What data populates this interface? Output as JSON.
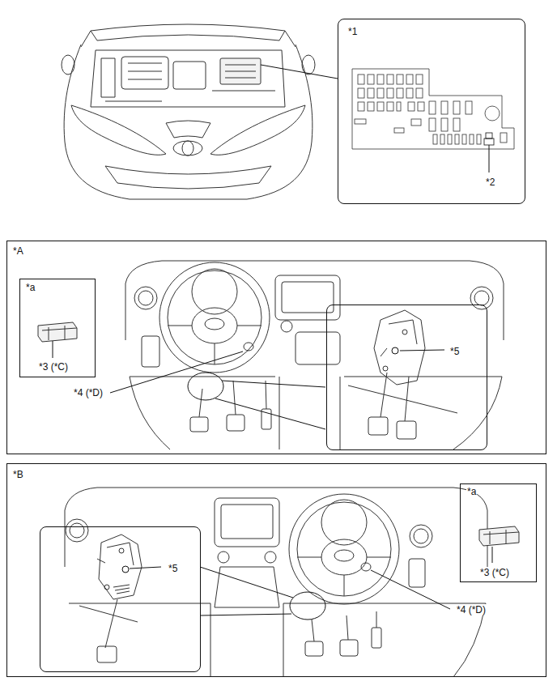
{
  "diagram": {
    "nodes": [
      {
        "text": [
          "*1",
          "*2"
        ]
      },
      {
        "text": [
          "*A",
          "*4 (*D)"
        ]
      },
      {
        "text": [
          "*a",
          "*3 (*C)"
        ],
        "in": 1
      },
      {
        "text": [
          "*5"
        ],
        "in": 1
      },
      {
        "text": [
          "*B",
          "*4 (*D)"
        ]
      },
      {
        "text": [
          "*5"
        ],
        "in": 4
      },
      {
        "text": [
          "*a",
          "*3 (*C)"
        ],
        "in": 4
      }
    ]
  }
}
